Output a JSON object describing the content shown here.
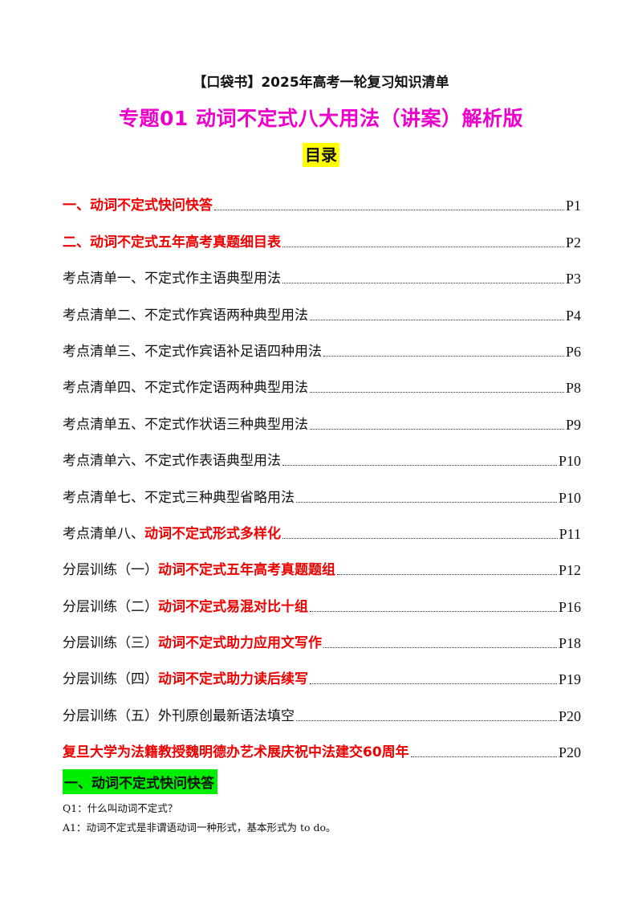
{
  "header": "【口袋书】2025年高考一轮复习知识清单",
  "title": "专题01  动词不定式八大用法（讲案）解析版",
  "toc_title": "目录",
  "toc": [
    {
      "prefix": "",
      "label": "一、动词不定式快问快答",
      "label_red": true,
      "page": "P1"
    },
    {
      "prefix": "",
      "label": "二、动词不定式五年高考真题细目表",
      "label_red": true,
      "page": "P2"
    },
    {
      "prefix": "",
      "label": "考点清单一、不定式作主语典型用法",
      "label_red": false,
      "page": "P3"
    },
    {
      "prefix": "",
      "label": "考点清单二、不定式作宾语两种典型用法",
      "label_red": false,
      "page": "P4"
    },
    {
      "prefix": "",
      "label": "考点清单三、不定式作宾语补足语四种用法",
      "label_red": false,
      "page": "P6"
    },
    {
      "prefix": "",
      "label": "考点清单四、不定式作定语两种典型用法",
      "label_red": false,
      "page": "P8"
    },
    {
      "prefix": "",
      "label": "考点清单五、不定式作状语三种典型用法",
      "label_red": false,
      "page": "P9"
    },
    {
      "prefix": "",
      "label": "考点清单六、不定式作表语典型用法",
      "label_red": false,
      "page": "P10"
    },
    {
      "prefix": "",
      "label": "考点清单七、不定式三种典型省略用法",
      "label_red": false,
      "page": "P10"
    },
    {
      "prefix": "考点清单八、",
      "label": "动词不定式形式多样化",
      "label_red": true,
      "page": "P11"
    },
    {
      "prefix": "分层训练（一）",
      "label": "动词不定式五年高考真题题组",
      "label_red": true,
      "page": "P12"
    },
    {
      "prefix": "分层训练（二）",
      "label": "动词不定式易混对比十组",
      "label_red": true,
      "page": "P16"
    },
    {
      "prefix": "分层训练（三）",
      "label": "动词不定式助力应用文写作",
      "label_red": true,
      "page": "P18"
    },
    {
      "prefix": "分层训练（四）",
      "label": "动词不定式助力读后续写",
      "label_red": true,
      "page": "P19"
    },
    {
      "prefix": "",
      "label": "分层训练（五）外刊原创最新语法填空",
      "label_red": false,
      "page": "P20"
    },
    {
      "prefix": "",
      "label": "复旦大学为法籍教授魏明德办艺术展庆祝中法建交60周年",
      "label_red": true,
      "page": "P20"
    }
  ],
  "section_heading": "一、动词不定式快问快答",
  "qa": {
    "q1": "Q1：什么叫动词不定式？",
    "a1": "A1：动词不定式是非谓语动词一种形式，基本形式为 to  do。"
  },
  "colors": {
    "title": "#ee00cc",
    "red": "#ee0000",
    "toc_title_bg": "#ffff00",
    "section_bg": "#00ee00"
  }
}
